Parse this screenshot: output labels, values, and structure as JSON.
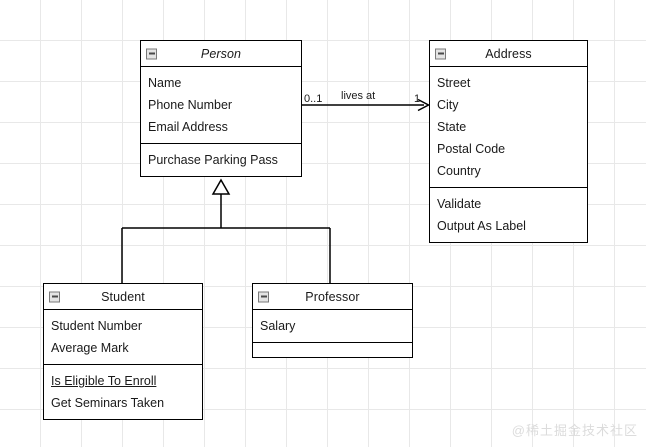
{
  "diagram": {
    "type": "uml-class-diagram",
    "watermark": "@稀土掘金技术社区",
    "collapse_icon": "collapse-minus-icon",
    "classes": [
      {
        "id": "person",
        "name": "Person",
        "abstract": true,
        "attributes": [
          "Name",
          "Phone Number",
          "Email Address"
        ],
        "operations": [
          "Purchase Parking Pass"
        ],
        "static_operations": []
      },
      {
        "id": "address",
        "name": "Address",
        "abstract": false,
        "attributes": [
          "Street",
          "City",
          "State",
          "Postal Code",
          "Country"
        ],
        "operations": [
          "Validate",
          "Output As Label"
        ],
        "static_operations": []
      },
      {
        "id": "student",
        "name": "Student",
        "abstract": false,
        "attributes": [
          "Student Number",
          "Average Mark"
        ],
        "operations": [
          "Is Eligible To Enroll",
          "Get Seminars Taken"
        ],
        "static_operations": [
          "Is Eligible To Enroll"
        ]
      },
      {
        "id": "professor",
        "name": "Professor",
        "abstract": false,
        "attributes": [
          "Salary"
        ],
        "operations": [],
        "static_operations": []
      }
    ],
    "relationships": {
      "association": {
        "label": "lives at",
        "source": "Person",
        "target": "Address",
        "source_multiplicity": "0..1",
        "target_multiplicity": "1"
      },
      "generalizations": [
        {
          "child": "Student",
          "parent": "Person"
        },
        {
          "child": "Professor",
          "parent": "Person"
        }
      ]
    }
  }
}
